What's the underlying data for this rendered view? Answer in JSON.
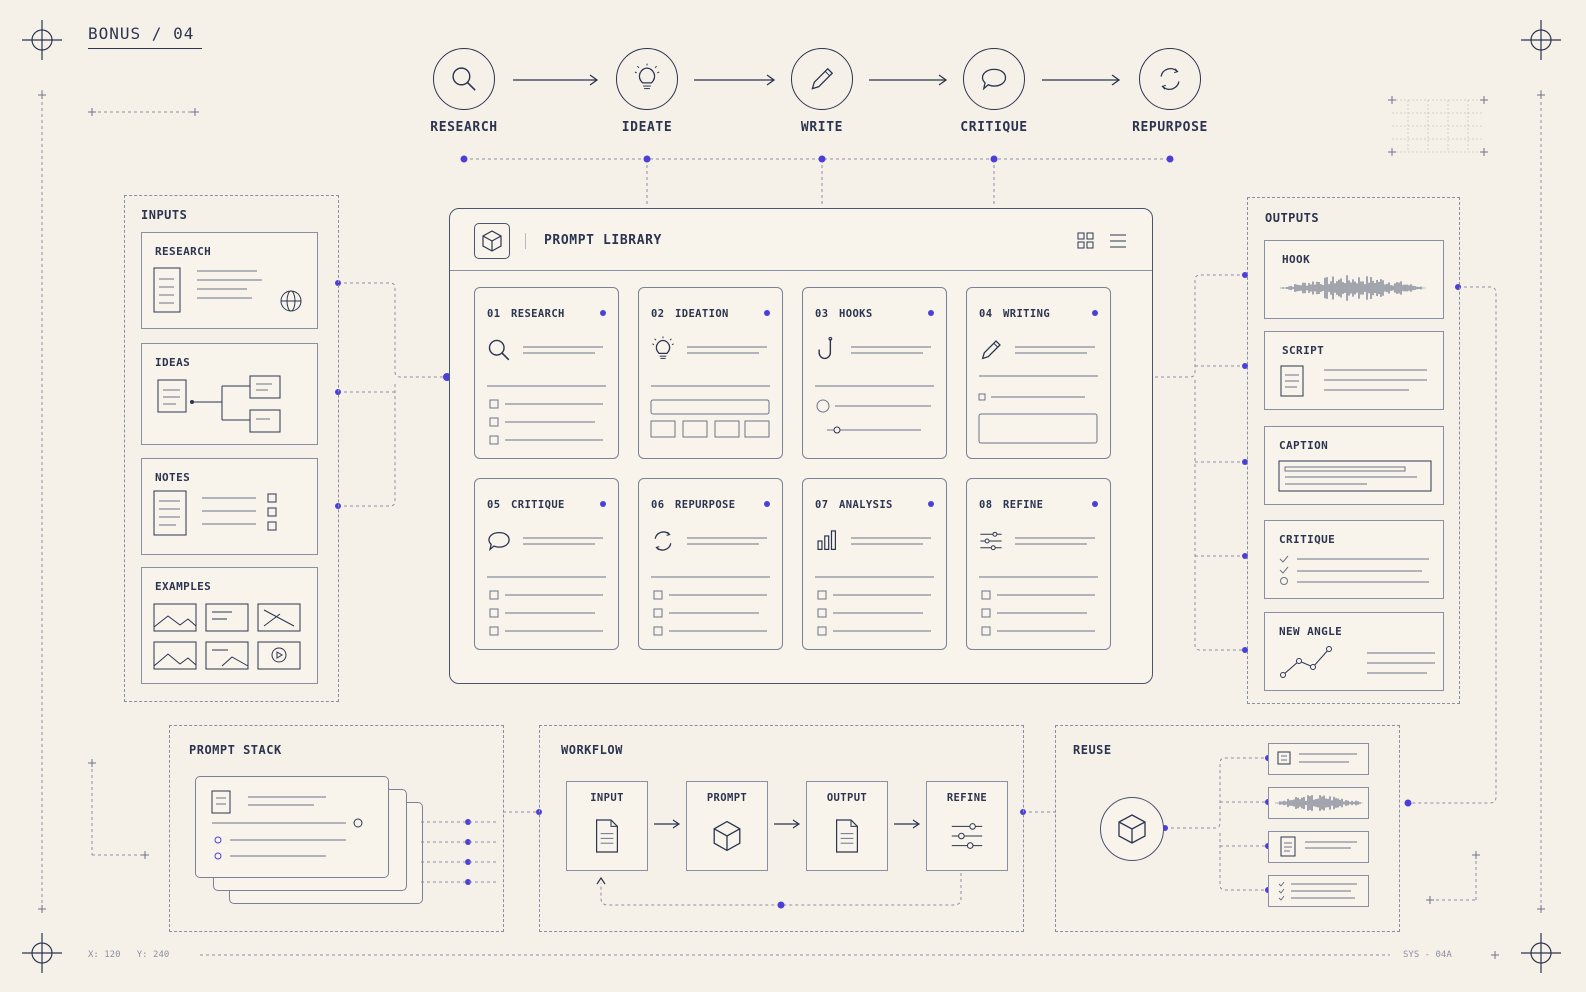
{
  "header": {
    "title": "BONUS / 04"
  },
  "pipeline": [
    {
      "label": "RESEARCH",
      "icon": "search-icon"
    },
    {
      "label": "IDEATE",
      "icon": "lightbulb-icon"
    },
    {
      "label": "WRITE",
      "icon": "pencil-icon"
    },
    {
      "label": "CRITIQUE",
      "icon": "speech-bubble-icon"
    },
    {
      "label": "REPURPOSE",
      "icon": "cycle-icon"
    }
  ],
  "inputs": {
    "title": "INPUTS",
    "items": [
      {
        "label": "RESEARCH",
        "icon": "globe-icon"
      },
      {
        "label": "IDEAS",
        "icon": "branch-icon"
      },
      {
        "label": "NOTES",
        "icon": "checklist-icon"
      },
      {
        "label": "EXAMPLES",
        "icon": "image-grid-icon"
      }
    ]
  },
  "library": {
    "title": "PROMPT LIBRARY",
    "cards": [
      {
        "num": "01",
        "label": "RESEARCH",
        "icon": "search-icon"
      },
      {
        "num": "02",
        "label": "IDEATION",
        "icon": "lightbulb-icon"
      },
      {
        "num": "03",
        "label": "HOOKS",
        "icon": "hook-icon"
      },
      {
        "num": "04",
        "label": "WRITING",
        "icon": "pencil-icon"
      },
      {
        "num": "05",
        "label": "CRITIQUE",
        "icon": "speech-bubble-icon"
      },
      {
        "num": "06",
        "label": "REPURPOSE",
        "icon": "cycle-icon"
      },
      {
        "num": "07",
        "label": "ANALYSIS",
        "icon": "bar-chart-icon"
      },
      {
        "num": "08",
        "label": "REFINE",
        "icon": "sliders-icon"
      }
    ]
  },
  "outputs": {
    "title": "OUTPUTS",
    "items": [
      {
        "label": "HOOK",
        "icon": "waveform-icon"
      },
      {
        "label": "SCRIPT",
        "icon": "document-icon"
      },
      {
        "label": "CAPTION",
        "icon": "caption-icon"
      },
      {
        "label": "CRITIQUE",
        "icon": "checklist-icon"
      },
      {
        "label": "NEW ANGLE",
        "icon": "line-graph-icon"
      }
    ]
  },
  "stack": {
    "title": "PROMPT STACK"
  },
  "workflow": {
    "title": "WORKFLOW",
    "steps": [
      {
        "label": "INPUT",
        "icon": "document-icon"
      },
      {
        "label": "PROMPT",
        "icon": "cube-icon"
      },
      {
        "label": "OUTPUT",
        "icon": "document-icon"
      },
      {
        "label": "REFINE",
        "icon": "sliders-icon"
      }
    ]
  },
  "reuse": {
    "title": "REUSE"
  },
  "footer": {
    "coords": "X: 120   Y: 240",
    "code": "SYS - 04A"
  },
  "colors": {
    "accent": "#4b3fd8",
    "ink": "#2c3450",
    "line": "#8a8fa3",
    "paper": "#f6f1e8"
  }
}
